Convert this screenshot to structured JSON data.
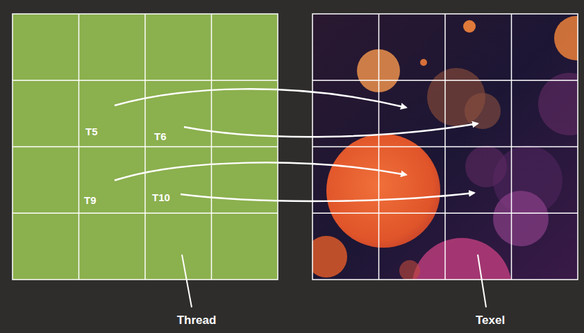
{
  "diagram": {
    "nodes": [
      {
        "text": [
          "T5"
        ]
      },
      {
        "text": [
          "T6"
        ]
      },
      {
        "text": [
          "T9"
        ]
      },
      {
        "text": [
          "T10"
        ]
      }
    ],
    "labels": [
      "Thread",
      "Texel"
    ]
  }
}
